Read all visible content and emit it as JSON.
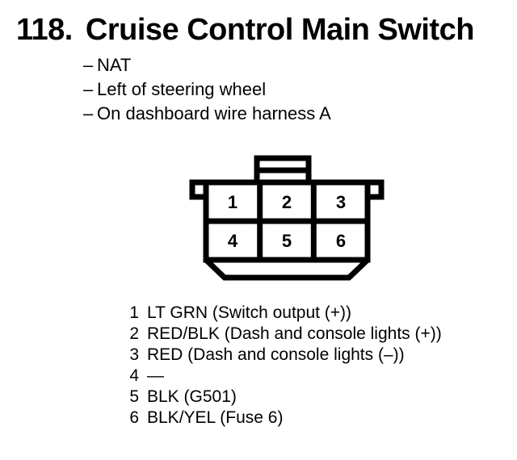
{
  "page": {
    "background_color": "#ffffff",
    "ink_color": "#000000"
  },
  "header": {
    "number": "118.",
    "title": "Cruise Control Main Switch"
  },
  "notes": {
    "dash": "–",
    "items": [
      "NAT",
      "Left of steering wheel",
      "On dashboard wire harness A"
    ]
  },
  "connector": {
    "name": "6-pin connector face view",
    "rows": 2,
    "columns": 3,
    "cells": [
      {
        "pin": "1"
      },
      {
        "pin": "2"
      },
      {
        "pin": "3"
      },
      {
        "pin": "4"
      },
      {
        "pin": "5"
      },
      {
        "pin": "6"
      }
    ]
  },
  "legend": {
    "rows": [
      {
        "num": "1",
        "label": "LT GRN (Switch output (+))"
      },
      {
        "num": "2",
        "label": "RED/BLK (Dash and console lights (+))"
      },
      {
        "num": "3",
        "label": "RED (Dash and console lights (–))"
      },
      {
        "num": "4",
        "label": "—"
      },
      {
        "num": "5",
        "label": "BLK (G501)"
      },
      {
        "num": "6",
        "label": "BLK/YEL (Fuse 6)"
      }
    ]
  }
}
